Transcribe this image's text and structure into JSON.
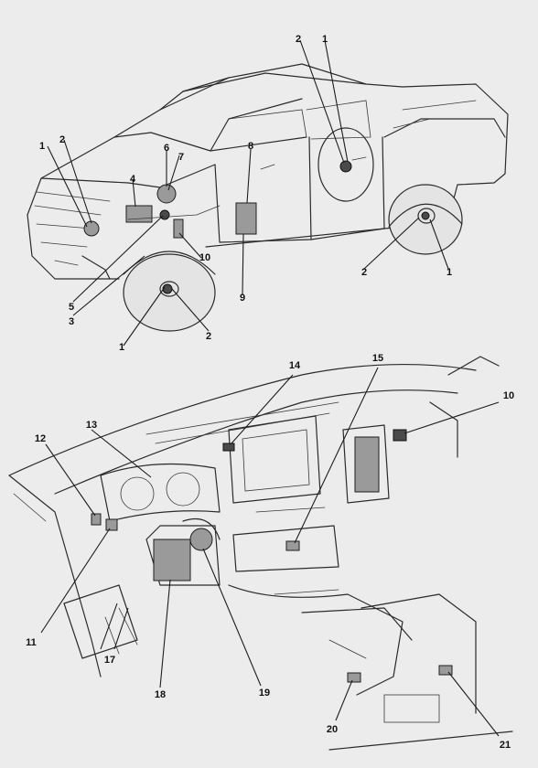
{
  "callouts": {
    "upper": {
      "c1_a": "1",
      "c2_a": "2",
      "c1_b": "1",
      "c2_b": "2",
      "c4": "4",
      "c6": "6",
      "c7": "7",
      "c8": "8",
      "c10": "10",
      "c5": "5",
      "c3": "3",
      "c9": "9",
      "c1_c": "1",
      "c2_c": "2",
      "c2_d": "2",
      "c1_d": "1"
    },
    "lower": {
      "c14": "14",
      "c15": "15",
      "c10": "10",
      "c13": "13",
      "c12": "12",
      "c11": "11",
      "c17": "17",
      "c18": "18",
      "c19": "19",
      "c20": "20",
      "c21": "21"
    }
  }
}
